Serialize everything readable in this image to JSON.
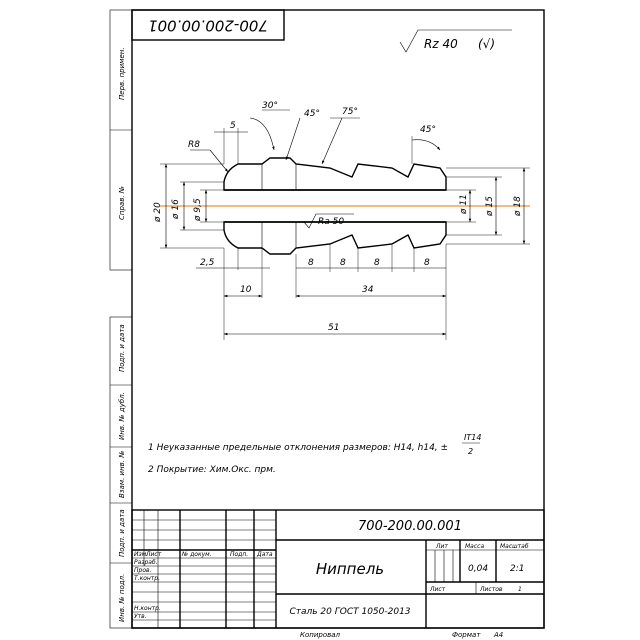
{
  "drawing_number": "700-200.00.001",
  "drawing_number_rotated": "700-200.00.001",
  "roughness": {
    "value": "Rz 40",
    "suffix": "(√)"
  },
  "left_margin_labels": [
    "Перв. примен.",
    "Справ. №",
    "Подп. и дата",
    "Инв. № дубл.",
    "Взам. инв. №",
    "Подп. и дата",
    "Инв. № подл."
  ],
  "dimensions": {
    "radius": "R8",
    "chamfer_len": "5",
    "angle_30": "30°",
    "angle_45_left": "45°",
    "angle_75": "75°",
    "angle_45_right": "45°",
    "d20": "ø 20",
    "d16": "ø 16",
    "d95": "ø 9,5",
    "d11": "ø 11",
    "d15": "ø 15",
    "d18": "ø 18",
    "inner_roughness": "Ra 50",
    "len_25": "2,5",
    "pitch": [
      "8",
      "8",
      "8",
      "8"
    ],
    "len_10": "10",
    "len_34": "34",
    "len_51": "51"
  },
  "notes": {
    "note1": "1  Неуказанные предельные отклонения размеров: Н14, h14, ±",
    "tolerance_num": "IT14",
    "tolerance_den": "2",
    "note2": "2  Покрытие: Хим.Окс. прм."
  },
  "title_block": {
    "drawing_number": "700-200.00.001",
    "part_name": "Ниппель",
    "material": "Сталь 20  ГОСТ 1050-2013",
    "header_cols": [
      "Изм.",
      "Лист",
      "№ докум.",
      "Подп.",
      "Дата"
    ],
    "roles": [
      "Разраб.",
      "Пров.",
      "Т.контр.",
      "",
      "Н.контр.",
      "Утв."
    ],
    "lit_label": "Лит",
    "mass_label": "Масса",
    "scale_label": "Масштаб",
    "mass_value": "0,04",
    "scale_value": "2:1",
    "sheet_label": "Лист",
    "sheets_label": "Листов",
    "sheets_value": "1"
  },
  "footer": {
    "copied": "Копировал",
    "format_label": "Формат",
    "format_value": "А4"
  }
}
